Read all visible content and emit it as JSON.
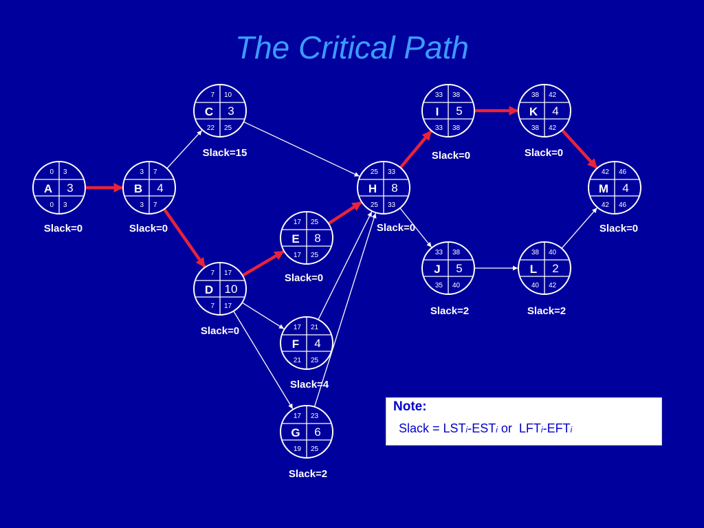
{
  "title": "The Critical Path",
  "colors": {
    "background": "#00009c",
    "title": "#3d9bff",
    "critical": "#e8243a",
    "normal": "#ffffff"
  },
  "nodes": [
    {
      "id": "A",
      "dur": "3",
      "es": "0",
      "ef": "3",
      "ls": "0",
      "lf": "3",
      "slack": "Slack=0"
    },
    {
      "id": "B",
      "dur": "4",
      "es": "3",
      "ef": "7",
      "ls": "3",
      "lf": "7",
      "slack": "Slack=0"
    },
    {
      "id": "C",
      "dur": "3",
      "es": "7",
      "ef": "10",
      "ls": "22",
      "lf": "25",
      "slack": "Slack=15"
    },
    {
      "id": "D",
      "dur": "10",
      "es": "7",
      "ef": "17",
      "ls": "7",
      "lf": "17",
      "slack": "Slack=0"
    },
    {
      "id": "E",
      "dur": "8",
      "es": "17",
      "ef": "25",
      "ls": "17",
      "lf": "25",
      "slack": "Slack=0"
    },
    {
      "id": "F",
      "dur": "4",
      "es": "17",
      "ef": "21",
      "ls": "21",
      "lf": "25",
      "slack": "Slack=4"
    },
    {
      "id": "G",
      "dur": "6",
      "es": "17",
      "ef": "23",
      "ls": "19",
      "lf": "25",
      "slack": "Slack=2"
    },
    {
      "id": "H",
      "dur": "8",
      "es": "25",
      "ef": "33",
      "ls": "25",
      "lf": "33",
      "slack": "Slack=0"
    },
    {
      "id": "I",
      "dur": "5",
      "es": "33",
      "ef": "38",
      "ls": "33",
      "lf": "38",
      "slack": "Slack=0"
    },
    {
      "id": "J",
      "dur": "5",
      "es": "33",
      "ef": "38",
      "ls": "35",
      "lf": "40",
      "slack": "Slack=2"
    },
    {
      "id": "K",
      "dur": "4",
      "es": "38",
      "ef": "42",
      "ls": "38",
      "lf": "42",
      "slack": "Slack=0"
    },
    {
      "id": "L",
      "dur": "2",
      "es": "38",
      "ef": "40",
      "ls": "40",
      "lf": "42",
      "slack": "Slack=2"
    },
    {
      "id": "M",
      "dur": "4",
      "es": "42",
      "ef": "46",
      "ls": "42",
      "lf": "46",
      "slack": "Slack=0"
    }
  ],
  "edges": [
    {
      "from": "A",
      "to": "B",
      "critical": true
    },
    {
      "from": "B",
      "to": "C",
      "critical": false
    },
    {
      "from": "B",
      "to": "D",
      "critical": true
    },
    {
      "from": "C",
      "to": "H",
      "critical": false
    },
    {
      "from": "D",
      "to": "E",
      "critical": true
    },
    {
      "from": "D",
      "to": "F",
      "critical": false
    },
    {
      "from": "D",
      "to": "G",
      "critical": false
    },
    {
      "from": "E",
      "to": "H",
      "critical": true
    },
    {
      "from": "F",
      "to": "H",
      "critical": false
    },
    {
      "from": "G",
      "to": "H",
      "critical": false
    },
    {
      "from": "H",
      "to": "I",
      "critical": true
    },
    {
      "from": "H",
      "to": "J",
      "critical": false
    },
    {
      "from": "I",
      "to": "K",
      "critical": true
    },
    {
      "from": "J",
      "to": "L",
      "critical": false
    },
    {
      "from": "K",
      "to": "M",
      "critical": true
    },
    {
      "from": "L",
      "to": "M",
      "critical": false
    }
  ],
  "note": {
    "title": "Note:",
    "formula": {
      "slack_eq": "Slack = LST",
      "sub1": "i",
      "dash1": "-EST",
      "sub2": "i",
      "or": " or  LFT",
      "sub3": "i",
      "dash2": "-EFT",
      "sub4": "i"
    }
  }
}
